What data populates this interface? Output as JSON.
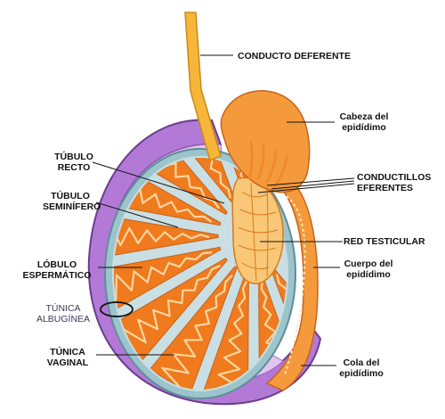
{
  "labels": {
    "conducto_deferente": "CONDUCTO DEFERENTE",
    "cabeza_epididimo": "Cabeza del\nepidídimo",
    "conductillos_eferentes": "CONDUCTILLOS\nEFERENTES",
    "red_testicular": "RED TESTICULAR",
    "cuerpo_epididimo": "Cuerpo del\nepidídimo",
    "cola_epididimo": "Cola del\nepidídimo",
    "tubulo_recto": "TÚBULO\nRECTO",
    "tubulo_seminifero": "TÚBULO\nSEMINÍFERO",
    "lobulo_espermatico": "LÓBULO\nESPERMÁTICO",
    "tunica_albuginea": "TÚNICA\nALBUGÍNEA",
    "tunica_vaginal": "TÚNICA\nVAGINAL"
  },
  "colors": {
    "tunica_vaginal": "#b27ad6",
    "tunica_albuginea": "#6fa3b0",
    "lobulos": "#f07a1e",
    "tubulos": "#fbd7a0",
    "deferente": "#f6b63a",
    "epididimo": "#f59a3c"
  }
}
